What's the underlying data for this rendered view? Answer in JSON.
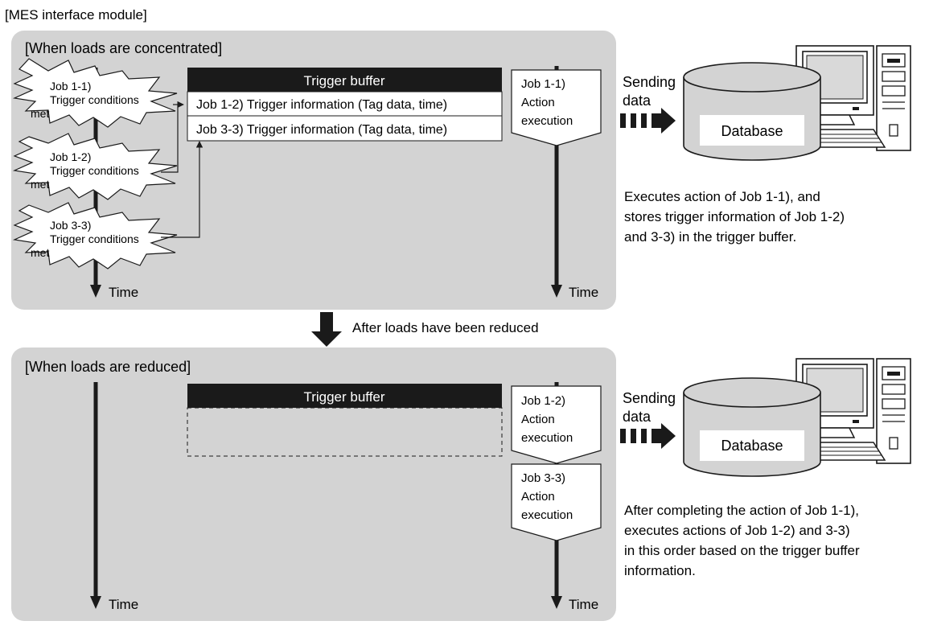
{
  "module_label": "[MES  interface module]",
  "top_panel": {
    "title": "[When loads are concentrated]",
    "trigger_buffer_title": "Trigger buffer",
    "buffer_rows": [
      "Job 1-2) Trigger information (Tag data, time)",
      "Job 3-3) Trigger information (Tag data, time)"
    ],
    "triggers": [
      {
        "line1": "Job 1-1)",
        "line2": "Trigger conditions",
        "line3": "met"
      },
      {
        "line1": "Job 1-2)",
        "line2": "Trigger conditions",
        "line3": "met"
      },
      {
        "line1": "Job 3-3)",
        "line2": "Trigger conditions",
        "line3": "met"
      }
    ],
    "action": {
      "line1": "Job 1-1)",
      "line2": "Action",
      "line3": "execution"
    },
    "time_left": "Time",
    "time_right": "Time"
  },
  "transition_label": "After loads have been reduced",
  "bottom_panel": {
    "title": "[When loads are reduced]",
    "trigger_buffer_title": "Trigger buffer",
    "actions": [
      {
        "line1": "Job 1-2)",
        "line2": "Action",
        "line3": "execution"
      },
      {
        "line1": "Job 3-3)",
        "line2": "Action",
        "line3": "execution"
      }
    ],
    "time_left": "Time",
    "time_right": "Time"
  },
  "sending": {
    "line1": "Sending",
    "line2": "data"
  },
  "database_label": "Database",
  "note_top": [
    "Executes action of Job 1-1), and",
    "stores trigger information of Job 1-2)",
    "and 3-3) in the trigger buffer."
  ],
  "note_bottom": [
    "After completing the action of Job 1-1),",
    "executes actions of Job 1-2) and 3-3)",
    "in this order based on the trigger buffer",
    "information."
  ],
  "colors": {
    "panel": "#d3d3d3",
    "dark": "#1a1a1a",
    "white": "#ffffff"
  }
}
